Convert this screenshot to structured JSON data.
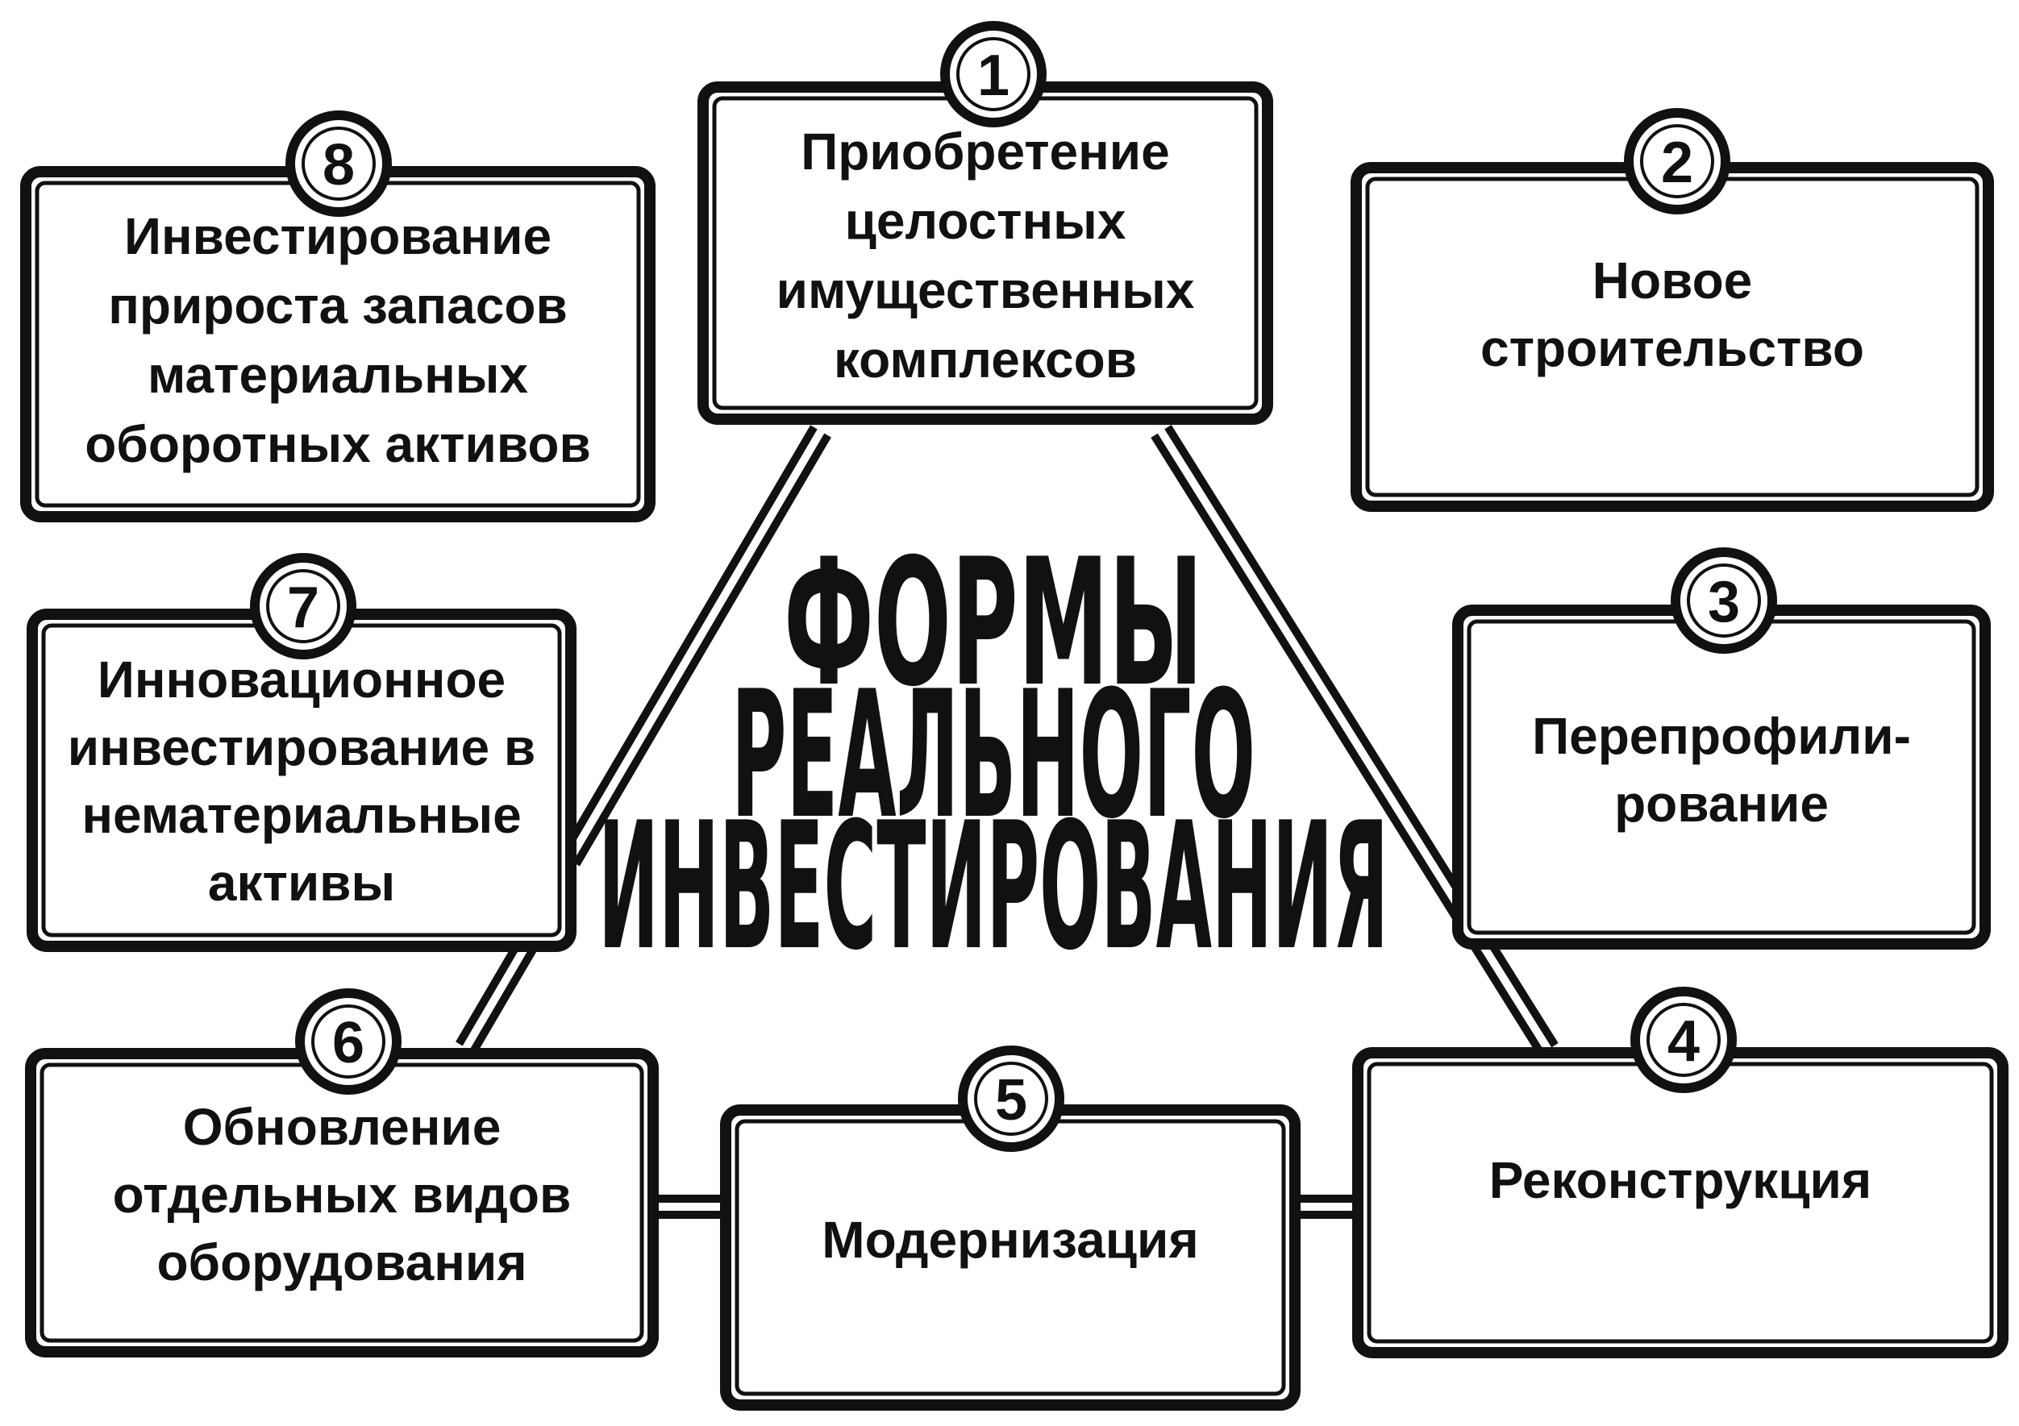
{
  "center_title": {
    "lines": [
      "ФОРМЫ",
      "РЕАЛЬНОГО",
      "ИНВЕСТИРОВАНИЯ"
    ]
  },
  "forms": [
    {
      "id": "form-1",
      "number": "1",
      "lines": [
        "Приобретение",
        "целостных",
        "имущественных",
        "комплексов"
      ]
    },
    {
      "id": "form-2",
      "number": "2",
      "lines": [
        "Новое",
        "строительство"
      ]
    },
    {
      "id": "form-3",
      "number": "3",
      "lines": [
        "Перепрофили-",
        "рование"
      ]
    },
    {
      "id": "form-4",
      "number": "4",
      "lines": [
        "Реконструкция"
      ]
    },
    {
      "id": "form-5",
      "number": "5",
      "lines": [
        "Модернизация"
      ]
    },
    {
      "id": "form-6",
      "number": "6",
      "lines": [
        "Обновление",
        "отдельных видов",
        "оборудования"
      ]
    },
    {
      "id": "form-7",
      "number": "7",
      "lines": [
        "Инновационное",
        "инвестирование в",
        "нематериальные",
        "активы"
      ]
    },
    {
      "id": "form-8",
      "number": "8",
      "lines": [
        "Инвестирование",
        "прироста запасов",
        "материальных",
        "оборотных активов"
      ]
    }
  ]
}
